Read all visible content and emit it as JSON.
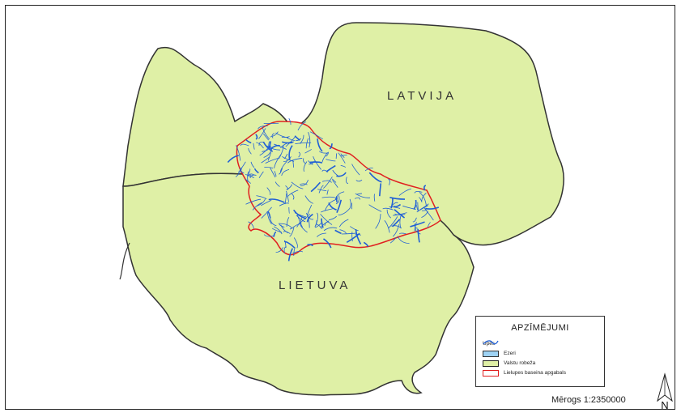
{
  "map": {
    "labels": {
      "latvija": "LATVIJA",
      "lietuva": "LIETUVA"
    },
    "legend": {
      "title": "APZĪMĒJUMI",
      "items": [
        {
          "label": "Upes",
          "symbol": "river-line",
          "color": "#1f5fd6"
        },
        {
          "label": "Ezeri",
          "symbol": "lake-fill",
          "color": "#9fd3f5"
        },
        {
          "label": "Valstu robeža",
          "symbol": "border-fill",
          "color": "#dff0a6"
        },
        {
          "label": "Lielupes baseina apgabals",
          "symbol": "basin-outline",
          "color": "#e02020"
        }
      ]
    },
    "scale": "Mērogs 1:2350000",
    "north": "N",
    "colors": {
      "land": "#dff0a6",
      "border": "#333333",
      "river": "#1f5fd6",
      "basin": "#e02020"
    }
  }
}
